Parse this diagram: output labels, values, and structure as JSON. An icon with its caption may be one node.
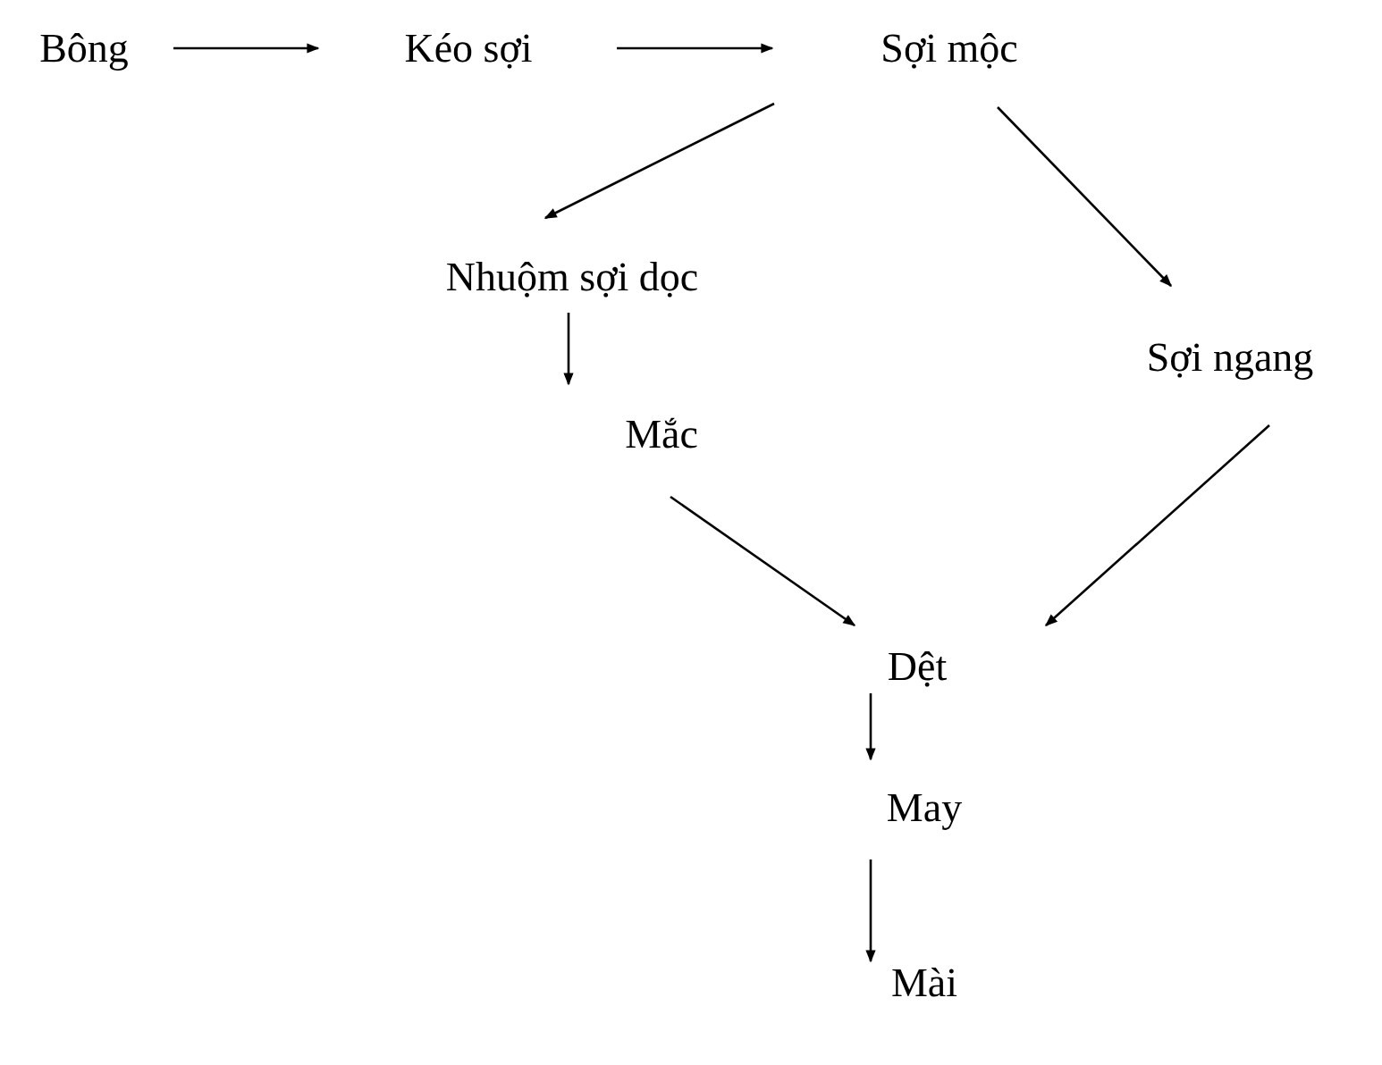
{
  "diagram": {
    "nodes": [
      {
        "text": [
          "Bông"
        ]
      },
      {
        "text": [
          "Kéo sợi"
        ]
      },
      {
        "text": [
          "Sợi mộc"
        ]
      },
      {
        "text": [
          "Nhuộm sợi dọc"
        ]
      },
      {
        "text": [
          "Sợi ngang"
        ]
      },
      {
        "text": [
          "Mắc"
        ]
      },
      {
        "text": [
          "Dệt"
        ]
      },
      {
        "text": [
          "May"
        ]
      },
      {
        "text": [
          "Mài"
        ]
      }
    ],
    "edges": [
      {
        "from": 0,
        "to": 1,
        "arrow": "to"
      },
      {
        "from": 1,
        "to": 2,
        "arrow": "to"
      },
      {
        "from": 2,
        "to": 3,
        "arrow": "to"
      },
      {
        "from": 2,
        "to": 4,
        "arrow": "to"
      },
      {
        "from": 3,
        "to": 5,
        "arrow": "to"
      },
      {
        "from": 5,
        "to": 6,
        "arrow": "to"
      },
      {
        "from": 4,
        "to": 6,
        "arrow": "to"
      },
      {
        "from": 6,
        "to": 7,
        "arrow": "to"
      },
      {
        "from": 7,
        "to": 8,
        "arrow": "to"
      }
    ]
  }
}
